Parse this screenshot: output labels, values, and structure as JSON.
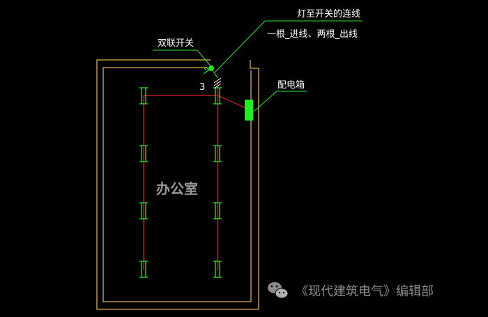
{
  "labels": {
    "wire_title": "灯至开关的连线",
    "wire_note": "一根_进线、两根_出线",
    "switch_label": "双联开关",
    "panel_label": "配电箱",
    "wire_count": "3",
    "room_name": "办公室"
  },
  "watermark": {
    "text": "《现代建筑电气》编辑部",
    "icon": "wechat-icon"
  },
  "colors": {
    "background": "#000000",
    "wall": "#d8b24a",
    "wiring": "#e02020",
    "fixture": "#25e625",
    "leader": "#25e625",
    "panel": "#22ee22",
    "text": "#ffffff"
  }
}
